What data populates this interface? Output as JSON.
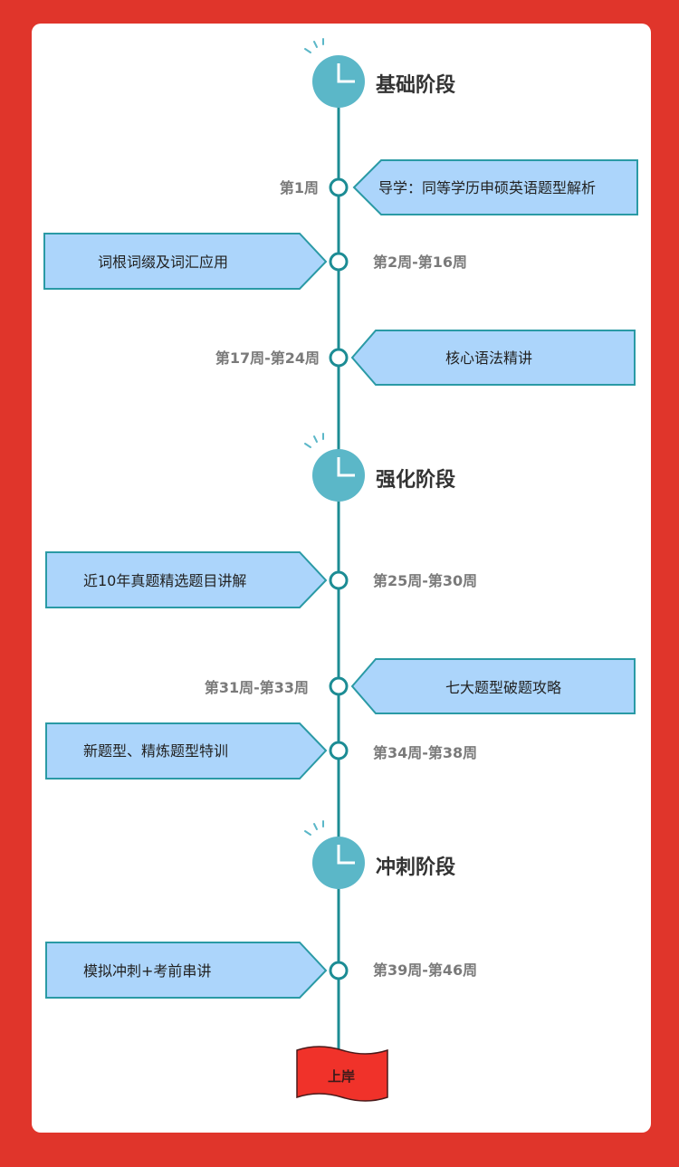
{
  "colors": {
    "background": "#e0352b",
    "card": "#ffffff",
    "timeline": "#1c8c94",
    "clock": "#5bb7c8",
    "box_fill": "#acd5fb",
    "box_stroke": "#2a9aa5",
    "flag": "#f0322a",
    "week_text": "#7a7a7a"
  },
  "stages": [
    {
      "title": "基础阶段",
      "icon": "clock-icon"
    },
    {
      "title": "强化阶段",
      "icon": "clock-icon"
    },
    {
      "title": "冲刺阶段",
      "icon": "clock-icon"
    }
  ],
  "milestones": [
    {
      "week": "第1周",
      "topic": "导学：同等学历申硕英语题型解析",
      "side": "right"
    },
    {
      "week": "第2周-第16周",
      "topic": "词根词缀及词汇应用",
      "side": "left"
    },
    {
      "week": "第17周-第24周",
      "topic": "核心语法精讲",
      "side": "right"
    },
    {
      "week": "第25周-第30周",
      "topic": "近10年真题精选题目讲解",
      "side": "left"
    },
    {
      "week": "第31周-第33周",
      "topic": "七大题型破题攻略",
      "side": "right"
    },
    {
      "week": "第34周-第38周",
      "topic": "新题型、精炼题型特训",
      "side": "left"
    },
    {
      "week": "第39周-第46周",
      "topic": "模拟冲刺+考前串讲",
      "side": "left"
    }
  ],
  "finish": {
    "label": "上岸",
    "icon": "flag-icon"
  }
}
